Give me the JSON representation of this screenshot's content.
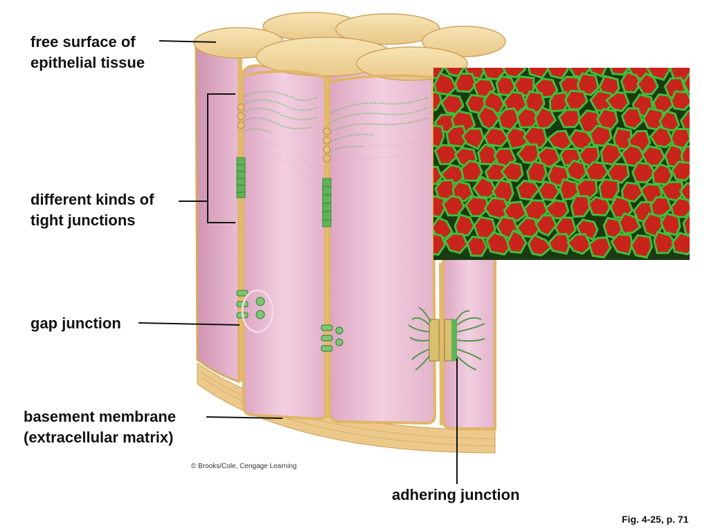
{
  "labels": {
    "free_surface_line1": "free surface of",
    "free_surface_line2": "epithelial tissue",
    "tight_line1": "different kinds of",
    "tight_line2": "tight junctions",
    "gap": "gap junction",
    "basement_line1": "basement membrane",
    "basement_line2": "(extracellular matrix)",
    "adhering": "adhering junction"
  },
  "credit": "© Brooks/Cole, Cengage Learning",
  "figure_ref": "Fig. 4-25, p. 71",
  "colors": {
    "cell_fill": "#e8bcd0",
    "cell_top": "#f2d9a0",
    "membrane": "#e3b96a",
    "junction_green": "#4fa84a",
    "micro_red": "#c8241c",
    "micro_green": "#3fbf3a",
    "basement": "#ecc98a"
  }
}
